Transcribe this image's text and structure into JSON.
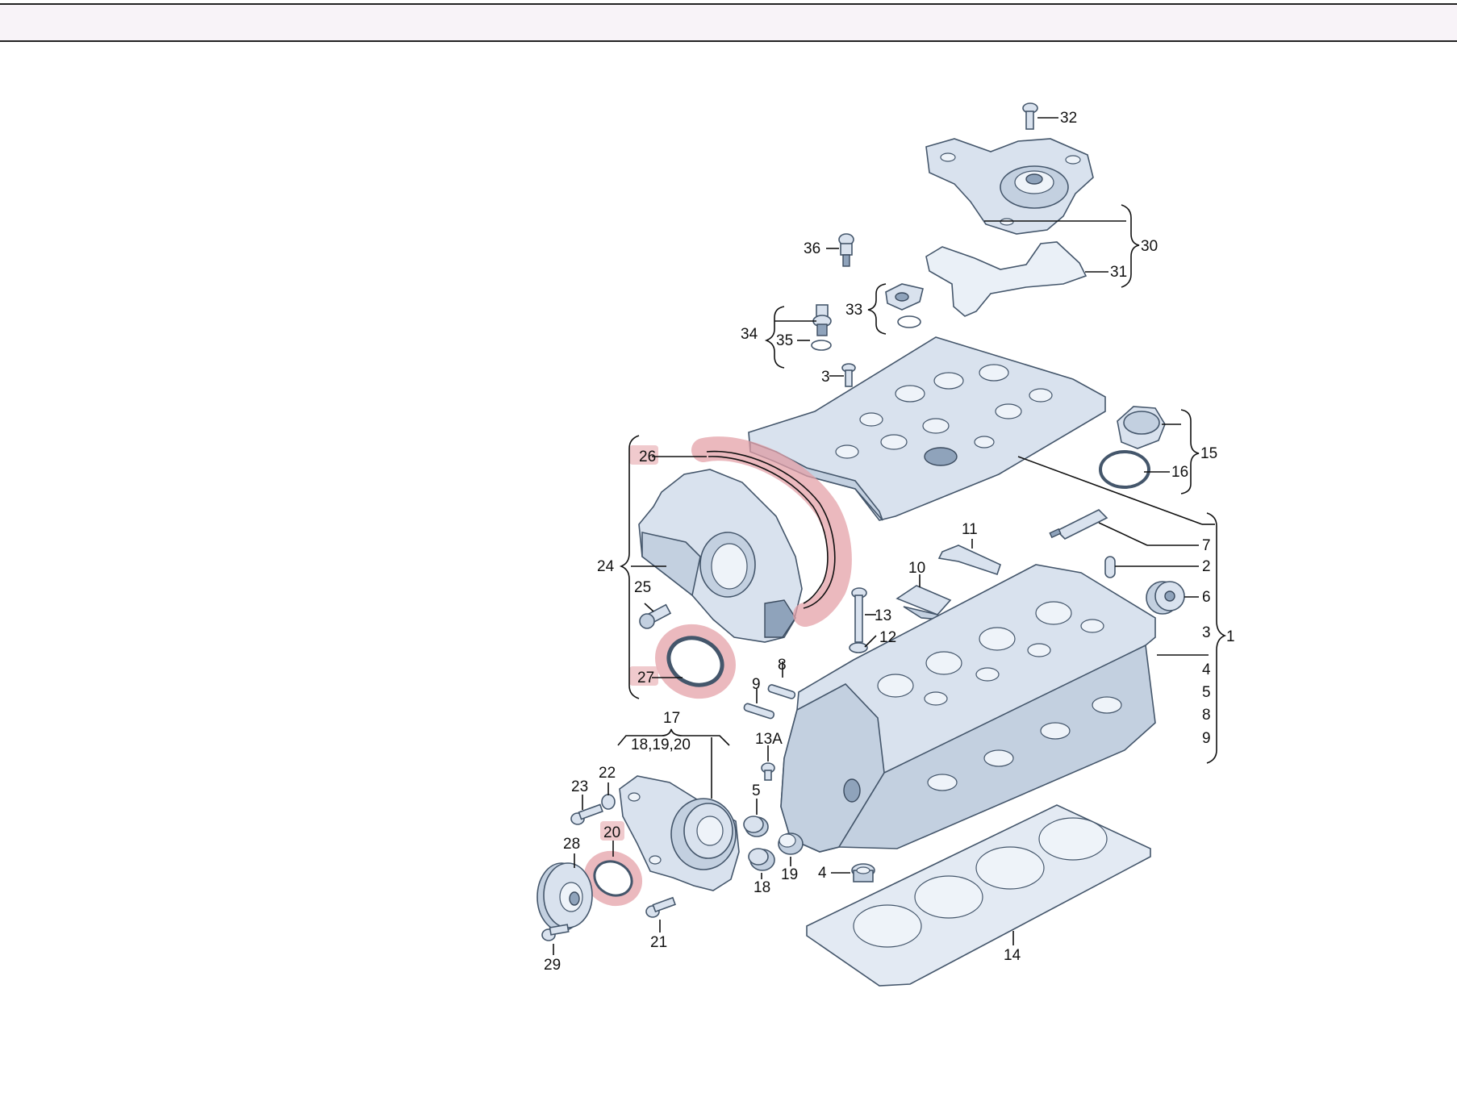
{
  "labels": {
    "l1": "1",
    "l2": "2",
    "l3a": "3",
    "l3b": "3",
    "l4a": "4",
    "l4b": "4",
    "l5a": "5",
    "l5b": "5",
    "l6": "6",
    "l7": "7",
    "l8a": "8",
    "l8b": "8",
    "l9a": "9",
    "l9b": "9",
    "l10": "10",
    "l11": "11",
    "l12": "12",
    "l13": "13",
    "l13a": "13A",
    "l14": "14",
    "l15": "15",
    "l16": "16",
    "l17": "17",
    "l18": "18",
    "l181920": "18,19,20",
    "l19": "19",
    "l20": "20",
    "l21": "21",
    "l22": "22",
    "l23": "23",
    "l24": "24",
    "l25": "25",
    "l26": "26",
    "l27": "27",
    "l28": "28",
    "l29": "29",
    "l30": "30",
    "l31": "31",
    "l32": "32",
    "l33": "33",
    "l34": "34",
    "l35": "35",
    "l36": "36"
  },
  "highlighted_parts": [
    "20",
    "26",
    "27"
  ],
  "colors": {
    "part": "#d9e2ee",
    "outline": "#44566b",
    "highlight": "#e4a2a8"
  }
}
